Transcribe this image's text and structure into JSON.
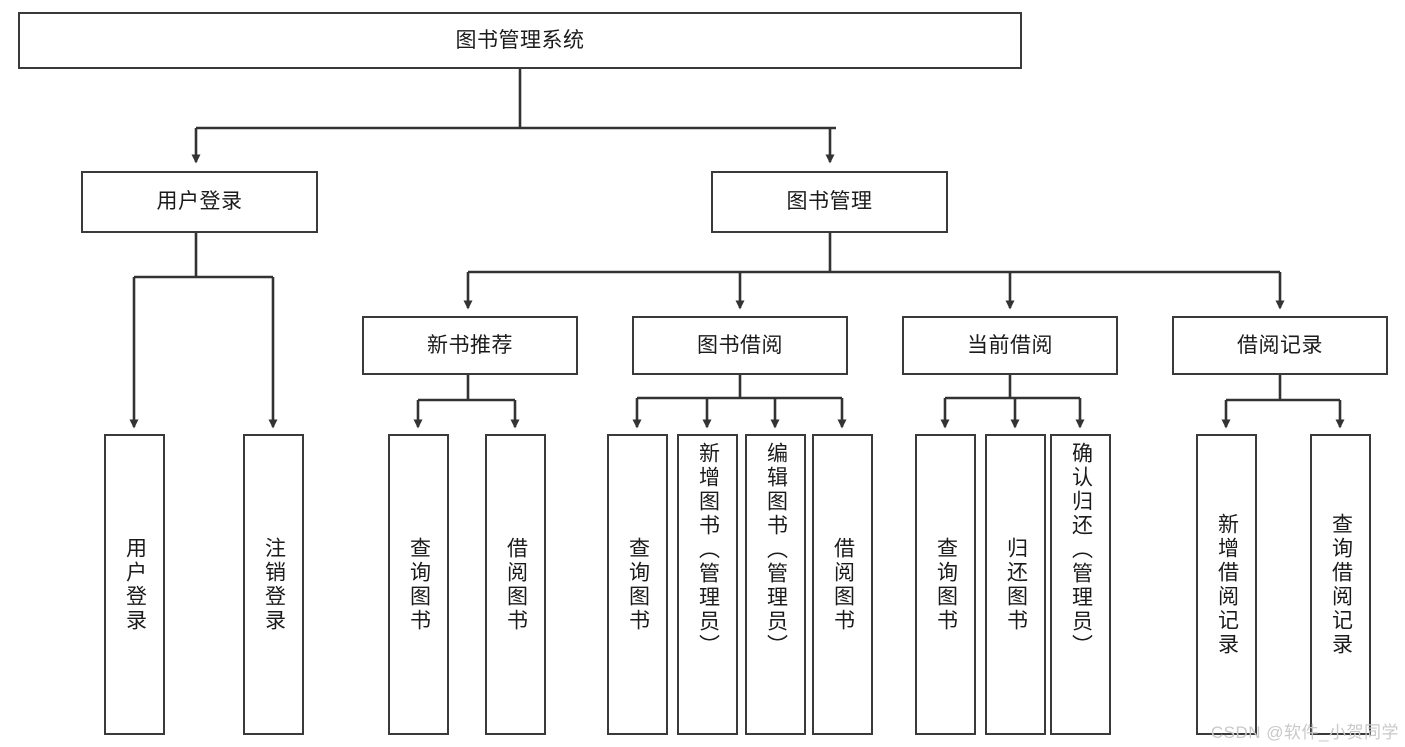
{
  "diagram": {
    "title": "图书管理系统",
    "type": "tree",
    "watermark": "CSDN @软件_小贺同学",
    "colors": {
      "box_border": "#3a3a3a",
      "box_fill": "#ffffff",
      "edge": "#333333",
      "text": "#1b1b1b",
      "watermark": "#c9c9c9"
    },
    "levels": {
      "root": {
        "id": "root",
        "label": "图书管理系统"
      },
      "level2": [
        {
          "id": "user-login",
          "label": "用户登录"
        },
        {
          "id": "book-manage",
          "label": "图书管理"
        }
      ],
      "level3": [
        {
          "id": "new-book-recommend",
          "label": "新书推荐",
          "parent": "book-manage"
        },
        {
          "id": "book-borrow",
          "label": "图书借阅",
          "parent": "book-manage"
        },
        {
          "id": "current-borrow",
          "label": "当前借阅",
          "parent": "book-manage"
        },
        {
          "id": "borrow-record",
          "label": "借阅记录",
          "parent": "book-manage"
        }
      ],
      "leaves": [
        {
          "id": "leaf-user-login",
          "label": "用户登录",
          "parent": "user-login"
        },
        {
          "id": "leaf-logout-login",
          "label": "注销登录",
          "parent": "user-login"
        },
        {
          "id": "leaf-query-book-1",
          "label": "查询图书",
          "parent": "new-book-recommend"
        },
        {
          "id": "leaf-borrow-book-1",
          "label": "借阅图书",
          "parent": "new-book-recommend"
        },
        {
          "id": "leaf-query-book-2",
          "label": "查询图书",
          "parent": "book-borrow"
        },
        {
          "id": "leaf-add-book",
          "label": "新增图书（管理员）",
          "parent": "book-borrow"
        },
        {
          "id": "leaf-edit-book",
          "label": "编辑图书（管理员）",
          "parent": "book-borrow"
        },
        {
          "id": "leaf-borrow-book-2",
          "label": "借阅图书",
          "parent": "book-borrow"
        },
        {
          "id": "leaf-query-book-3",
          "label": "查询图书",
          "parent": "current-borrow"
        },
        {
          "id": "leaf-return-book",
          "label": "归还图书",
          "parent": "current-borrow"
        },
        {
          "id": "leaf-confirm-return",
          "label": "确认归还（管理员）",
          "parent": "current-borrow"
        },
        {
          "id": "leaf-add-record",
          "label": "新增借阅记录",
          "parent": "borrow-record"
        },
        {
          "id": "leaf-query-record",
          "label": "查询借阅记录",
          "parent": "borrow-record"
        }
      ]
    }
  }
}
